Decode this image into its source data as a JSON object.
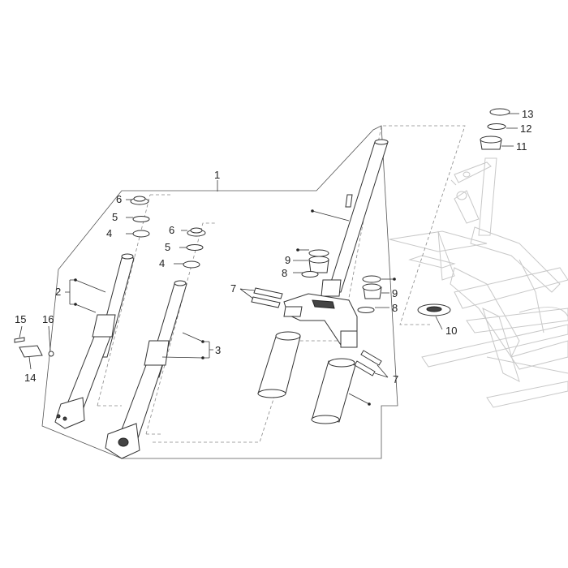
{
  "labels": {
    "p1": "1",
    "p2": "2",
    "p3": "3",
    "p4a": "4",
    "p4b": "4",
    "p5a": "5",
    "p5b": "5",
    "p6a": "6",
    "p6b": "6",
    "p7a": "7",
    "p7b": "7",
    "p8a": "8",
    "p8b": "8",
    "p9a": "9",
    "p9b": "9",
    "p10": "10",
    "p11": "11",
    "p12": "12",
    "p13": "13",
    "p14": "14",
    "p15": "15",
    "p16": "16"
  }
}
